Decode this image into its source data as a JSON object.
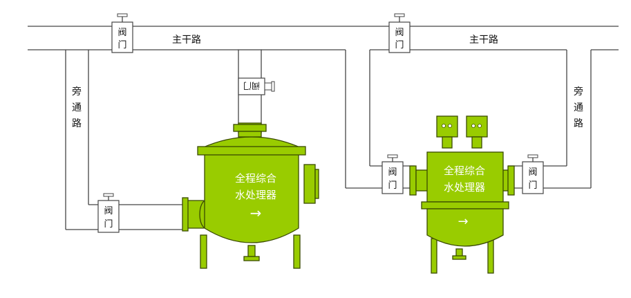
{
  "labels": {
    "main_pipe_left": "主干路",
    "main_pipe_right": "主干路",
    "bypass_left": [
      "旁",
      "通",
      "路"
    ],
    "bypass_right": [
      "旁",
      "通",
      "路"
    ],
    "valve": [
      "阀",
      "门"
    ],
    "valve_rotated": "阀门",
    "unit_left": [
      "全程综合",
      "水处理器"
    ],
    "unit_right": [
      "全程综合",
      "水处理器"
    ],
    "flow_arrow": "→"
  },
  "colors": {
    "equipment_fill": "#99cc00",
    "equipment_stroke": "#3a4a00",
    "pipe_stroke": "#444444",
    "text": "#111111",
    "unit_text": "#ffffff"
  }
}
